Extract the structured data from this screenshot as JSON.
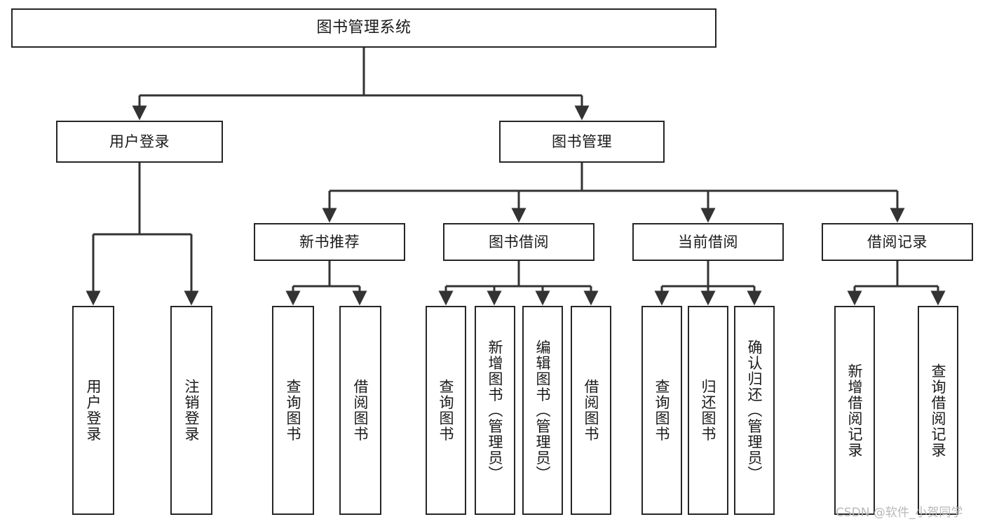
{
  "diagram": {
    "title": "图书管理系统",
    "type": "tree-hierarchy-diagram",
    "colors": {
      "box_border": "#262626",
      "box_fill": "#ffffff",
      "edge": "#333333",
      "text": "#1a1a1a",
      "watermark": "#b8b8b8",
      "background": "#ffffff"
    },
    "nodes": {
      "root": {
        "label": "图书管理系统"
      },
      "level2": [
        {
          "id": "user-login",
          "label": "用户登录"
        },
        {
          "id": "book-manage",
          "label": "图书管理"
        }
      ],
      "level3": [
        {
          "id": "new-book-recommend",
          "label": "新书推荐"
        },
        {
          "id": "book-borrow",
          "label": "图书借阅"
        },
        {
          "id": "current-borrow",
          "label": "当前借阅"
        },
        {
          "id": "borrow-record",
          "label": "借阅记录"
        }
      ],
      "leaves": {
        "user_login": [
          {
            "id": "leaf-user-login",
            "label": "用户登录"
          },
          {
            "id": "leaf-logout-login",
            "label": "注销登录"
          }
        ],
        "new_book_recommend": [
          {
            "id": "leaf-query-book-1",
            "label": "查询图书"
          },
          {
            "id": "leaf-borrow-book-1",
            "label": "借阅图书"
          }
        ],
        "book_borrow": [
          {
            "id": "leaf-query-book-2",
            "label": "查询图书"
          },
          {
            "id": "leaf-add-book",
            "label": "新增图书（管理员）"
          },
          {
            "id": "leaf-edit-book",
            "label": "编辑图书（管理员）"
          },
          {
            "id": "leaf-borrow-book-2",
            "label": "借阅图书"
          }
        ],
        "current_borrow": [
          {
            "id": "leaf-query-book-3",
            "label": "查询图书"
          },
          {
            "id": "leaf-return-book",
            "label": "归还图书"
          },
          {
            "id": "leaf-confirm-return",
            "label": "确认归还（管理员）"
          }
        ],
        "borrow_record": [
          {
            "id": "leaf-add-borrow-record",
            "label": "新增借阅记录"
          },
          {
            "id": "leaf-query-borrow-record",
            "label": "查询借阅记录"
          }
        ]
      }
    },
    "watermark": "CSDN @软件_小贺同学"
  }
}
